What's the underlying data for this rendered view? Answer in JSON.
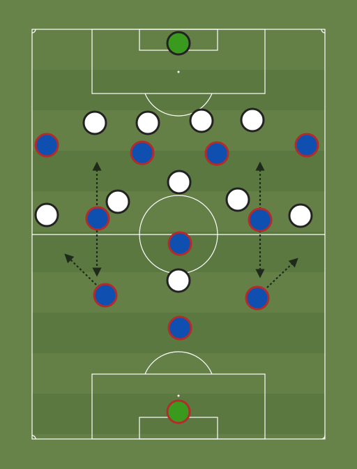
{
  "colors": {
    "grass_outer": "#688349",
    "stripe_light": "#658047",
    "stripe_dark": "#5a7840",
    "lines": "#ffffff",
    "white_team_fill": "#ffffff",
    "white_team_stroke": "#222222",
    "blue_team_fill": "#0e4fb0",
    "blue_team_stroke": "#b32b2b",
    "keeper_fill": "#3a9a1e",
    "arrow": "#1f2a1a"
  },
  "teams": {
    "white": {
      "keeper_color": "#3a9a1e",
      "formation_rows": 4
    },
    "blue": {
      "keeper_color": "#3a9a1e",
      "formation_rows": 5
    }
  },
  "movement_arrows": 6
}
